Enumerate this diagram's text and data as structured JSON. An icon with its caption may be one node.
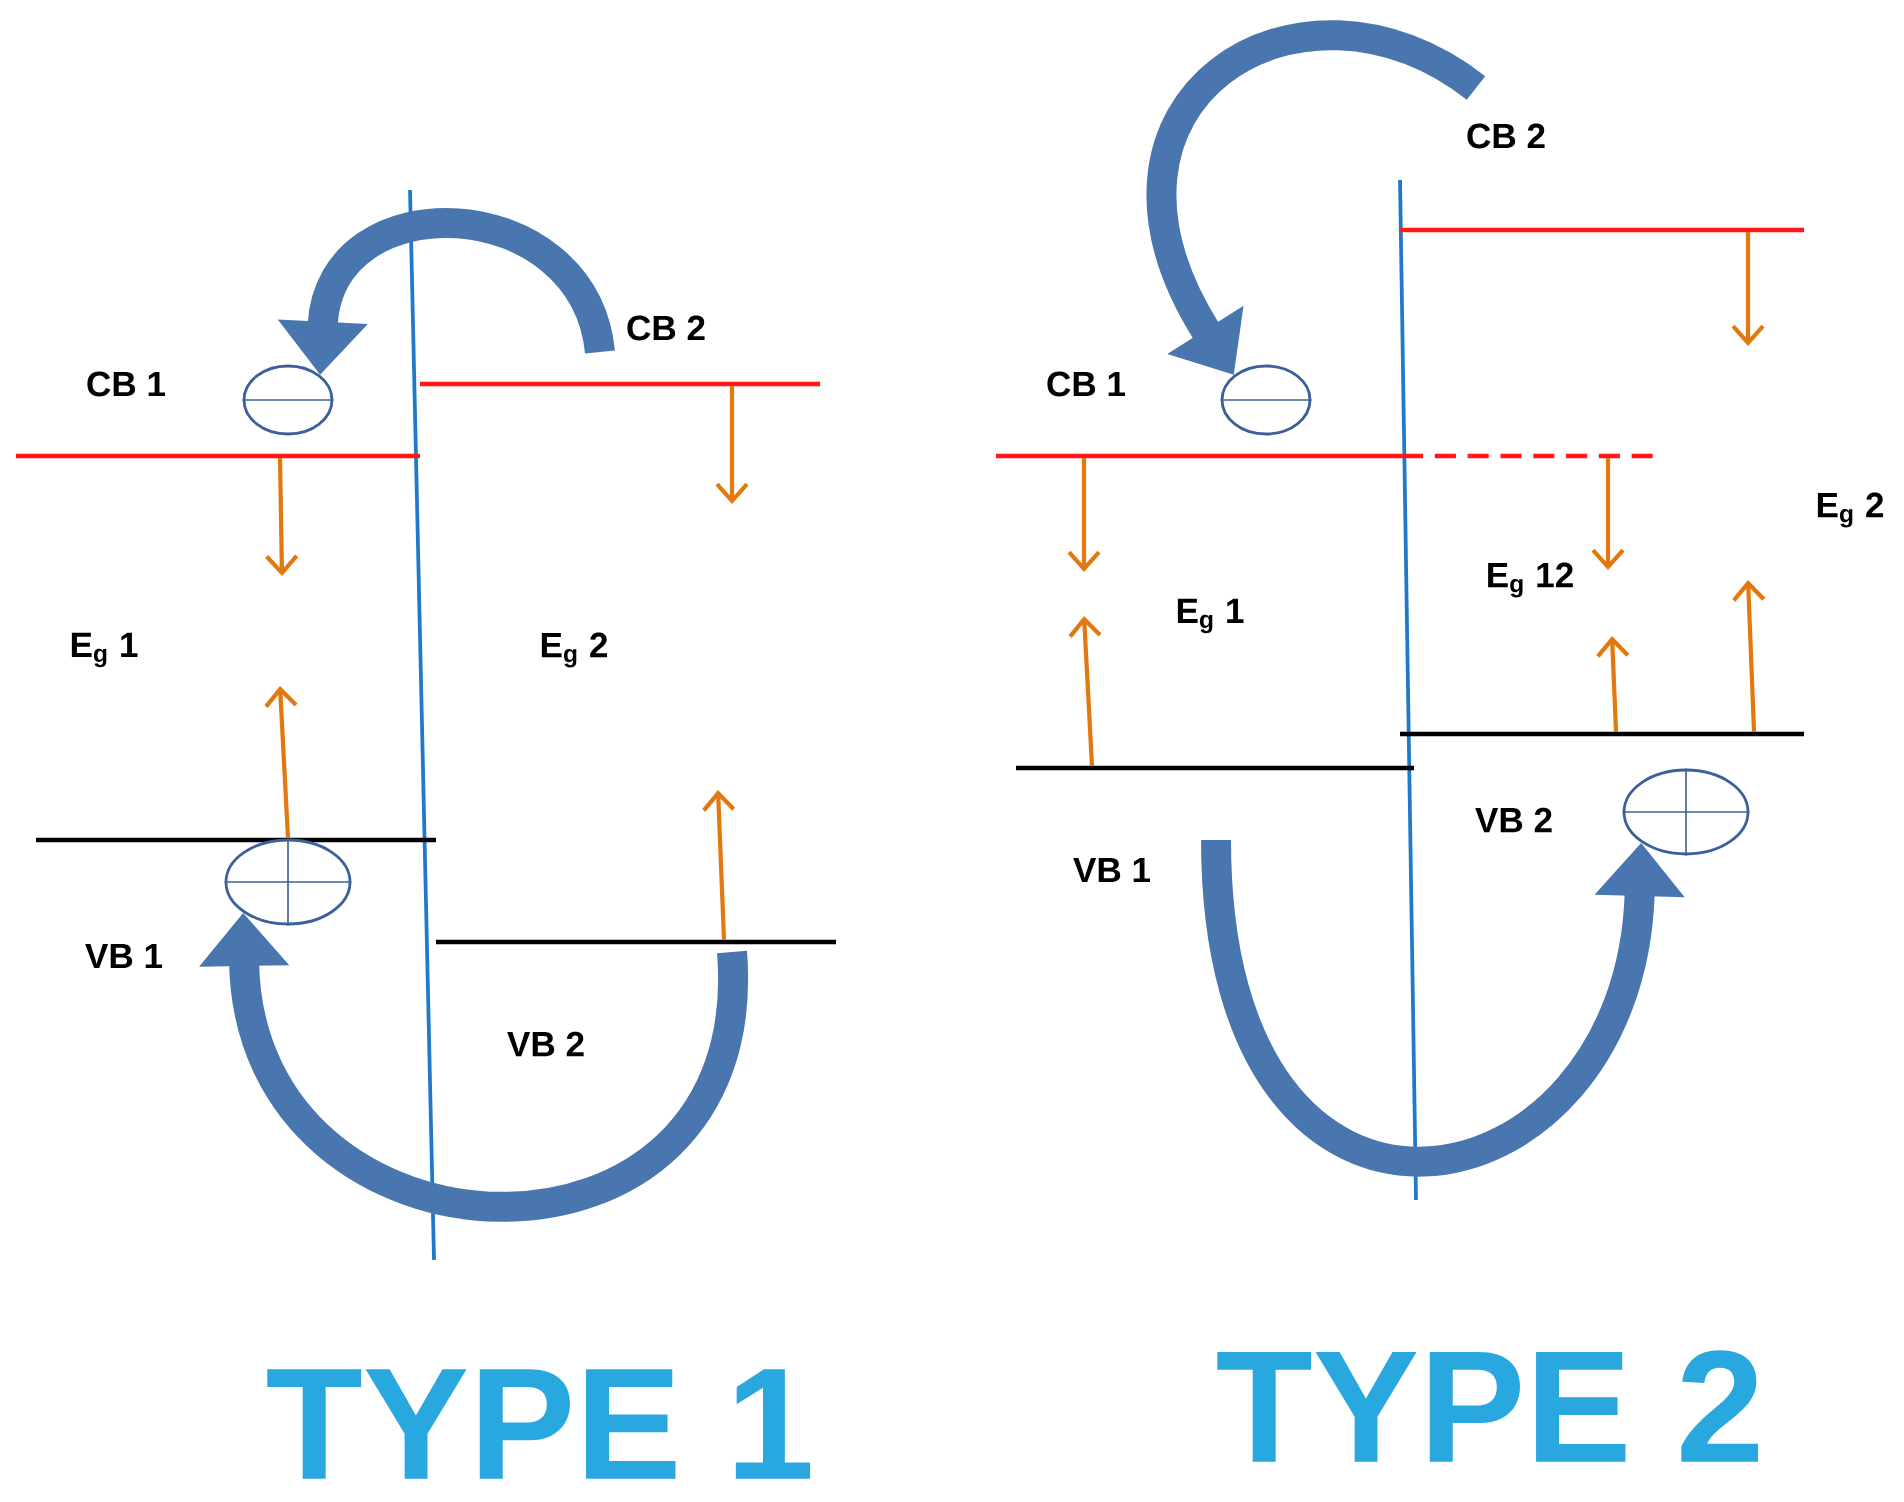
{
  "diagram": {
    "nodes": [
      {
        "text": [],
        "shape": "circle"
      },
      {
        "text": [],
        "shape": "circle"
      },
      {
        "text": [],
        "shape": "circle"
      },
      {
        "text": [],
        "shape": "circle"
      }
    ],
    "edges": [
      {
        "from": null,
        "to": 0,
        "arrow": "to"
      },
      {
        "from": null,
        "to": 1,
        "arrow": "to"
      },
      {
        "from": null,
        "to": 2,
        "arrow": "to"
      },
      {
        "from": null,
        "to": 3,
        "arrow": "to"
      }
    ],
    "labels": [
      "CB 1",
      "CB 2",
      "E$_{g}$ 1",
      "E$_{g}$ 2",
      "VB 1",
      "VB 2",
      "TYPE 1",
      "CB 2",
      "CB 1",
      "E$_{g}$ 1",
      "E$_{g}$ 12",
      "E$_{g}$ 2",
      "VB 1",
      "VB 2",
      "TYPE 2"
    ]
  }
}
